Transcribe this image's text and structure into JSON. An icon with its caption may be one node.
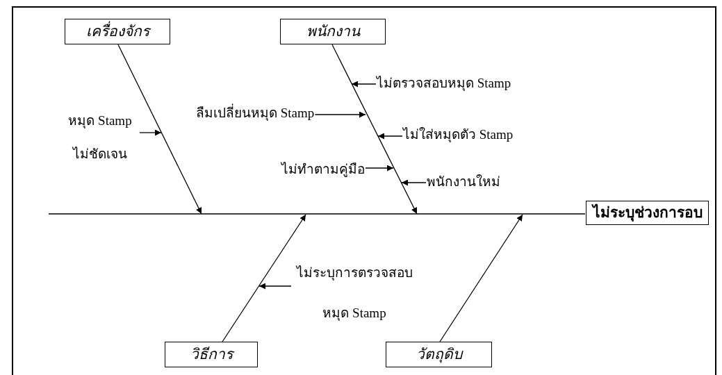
{
  "diagram": {
    "nodes": [
      {
        "text": [
          "เครื่องจักร"
        ]
      },
      {
        "text": [
          "พนักงาน"
        ]
      },
      {
        "text": [
          "หมุด Stamp ไม่ชัดเจน"
        ]
      },
      {
        "text": [
          "ลืมเปลี่ยนหมุด Stamp"
        ]
      },
      {
        "text": [
          "ไม่ตรวจสอบหมุด Stamp"
        ]
      },
      {
        "text": [
          "ไม่ใส่หมุดตัว Stamp"
        ]
      },
      {
        "text": [
          "ไม่ทำตามคู่มือ"
        ]
      },
      {
        "text": [
          "พนักงานใหม่"
        ]
      },
      {
        "text": [
          "ไม่ระบุช่วงการอบ"
        ]
      },
      {
        "text": [
          "ไม่ระบุการตรวจสอบ หมุด Stamp"
        ]
      },
      {
        "text": [
          "วิธีการ"
        ]
      },
      {
        "text": [
          "วัตถุดิบ"
        ]
      }
    ],
    "edges": [
      {
        "from": 0,
        "to": null,
        "arrow": "to"
      },
      {
        "from": 1,
        "to": null,
        "arrow": "to"
      },
      {
        "from": 2,
        "to": null,
        "arrow": "to"
      },
      {
        "from": 3,
        "to": null,
        "arrow": "to"
      },
      {
        "from": 4,
        "to": null,
        "arrow": "to"
      },
      {
        "from": 5,
        "to": null,
        "arrow": "to"
      },
      {
        "from": 6,
        "to": null,
        "arrow": "to"
      },
      {
        "from": 7,
        "to": null,
        "arrow": "to"
      },
      {
        "from": 10,
        "to": null,
        "arrow": "to"
      },
      {
        "from": 9,
        "to": null,
        "arrow": "to"
      },
      {
        "from": 11,
        "to": null,
        "arrow": "to"
      },
      {
        "from": null,
        "to": 8,
        "arrow": "none"
      }
    ]
  }
}
